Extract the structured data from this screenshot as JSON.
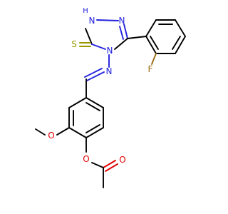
{
  "molecule": {
    "atom_labels": {
      "n_h": "H",
      "n1": "N",
      "n2": "N",
      "n3": "N",
      "n_imine": "N",
      "sulfur": "S",
      "fluorine": "F",
      "o_methoxy": "O",
      "o_ester": "O",
      "o_carbonyl": "O"
    },
    "colors": {
      "carbon": "#000000",
      "nitrogen": "#2222dd",
      "oxygen": "#e00000",
      "sulfur": "#9a9a00",
      "fluorine": "#9a6a10"
    }
  }
}
